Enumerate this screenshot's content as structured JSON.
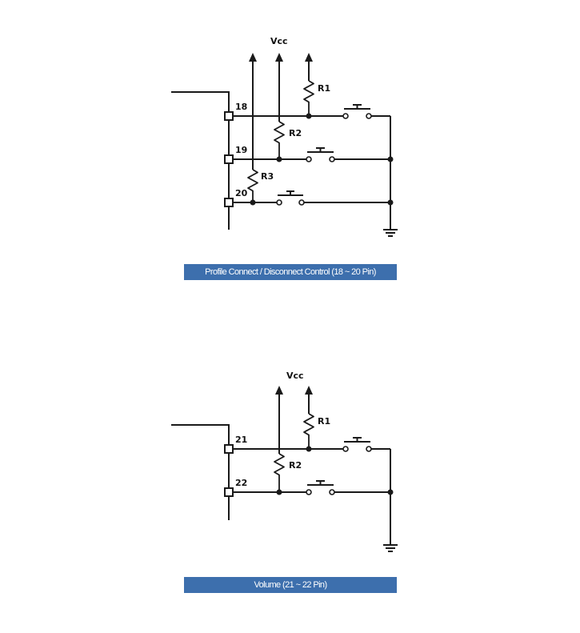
{
  "diagram1": {
    "vcc_label": "Vcc",
    "pins": [
      "18",
      "19",
      "20"
    ],
    "resistors": [
      "R1",
      "R2",
      "R3"
    ],
    "caption": "Profile Connect / Disconnect Control (18 ~ 20 Pin)"
  },
  "diagram2": {
    "vcc_label": "Vcc",
    "pins": [
      "21",
      "22"
    ],
    "resistors": [
      "R1",
      "R2"
    ],
    "caption": "Volume  (21 ~ 22 Pin)"
  },
  "colors": {
    "caption_bg": "#3d6fad",
    "caption_text": "#ffffff",
    "line": "#1a1a1a"
  }
}
